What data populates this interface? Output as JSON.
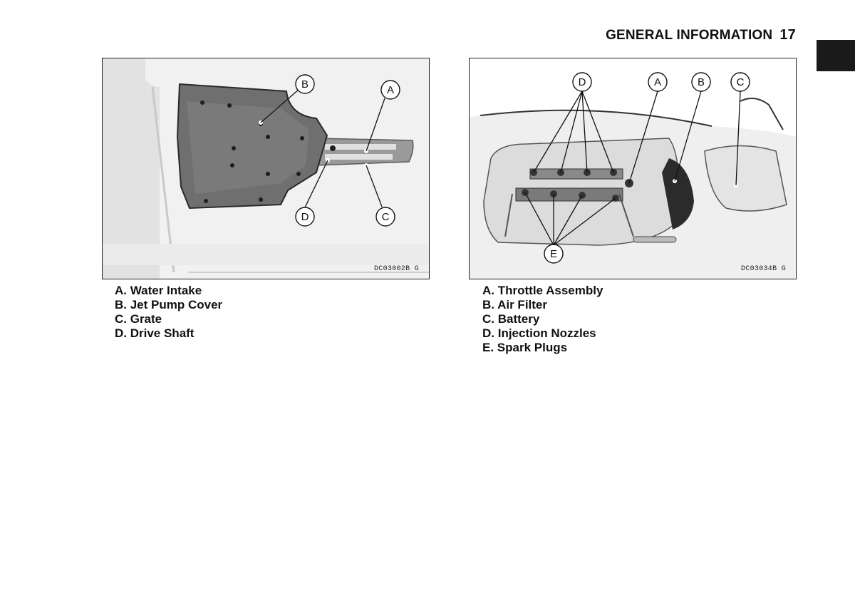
{
  "header": {
    "title": "GENERAL INFORMATION",
    "page_number": "17"
  },
  "figure_left": {
    "code": "DC03002B  G",
    "callouts": [
      "A",
      "B",
      "C",
      "D"
    ],
    "legend": [
      "A. Water Intake",
      "B. Jet Pump Cover",
      "C. Grate",
      "D. Drive Shaft"
    ]
  },
  "figure_right": {
    "code": "DC03034B  G",
    "callouts": [
      "A",
      "B",
      "C",
      "D",
      "E"
    ],
    "legend": [
      "A. Throttle Assembly",
      "B. Air Filter",
      "C. Battery",
      "D. Injection Nozzles",
      "E. Spark Plugs"
    ]
  }
}
